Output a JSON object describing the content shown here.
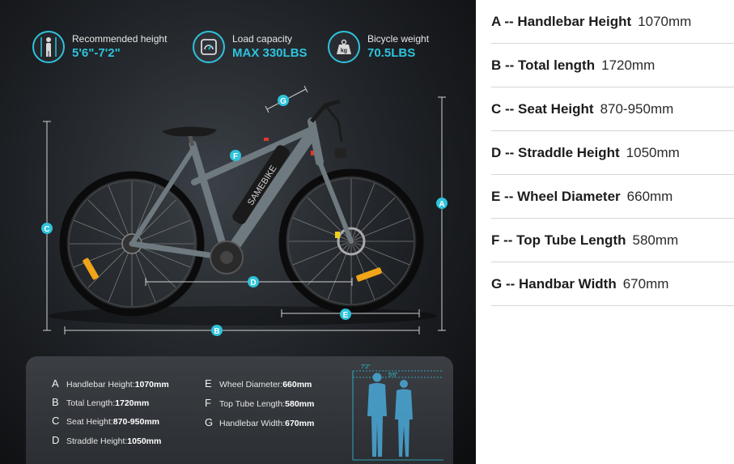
{
  "stats": [
    {
      "label": "Recommended height",
      "value": "5'6\"-7'2\"",
      "icon": "person-height-icon"
    },
    {
      "label": "Load capacity",
      "value": "MAX 330LBS",
      "icon": "gauge-icon"
    },
    {
      "label": "Bicycle weight",
      "value": "70.5LBS",
      "icon": "weight-kg-icon"
    }
  ],
  "bike": {
    "brand": "SAMEBIKE",
    "markers": [
      "A",
      "B",
      "C",
      "D",
      "E",
      "F",
      "G"
    ],
    "accent": "#2ec3dc"
  },
  "card_specs": [
    {
      "key": "A",
      "label": "Handlebar Height: ",
      "value": "1070mm"
    },
    {
      "key": "B",
      "label": "Total Length: ",
      "value": "1720mm"
    },
    {
      "key": "C",
      "label": "Seat Height: ",
      "value": "870-950mm"
    },
    {
      "key": "D",
      "label": "Straddle Height: ",
      "value": "1050mm"
    },
    {
      "key": "E",
      "label": "Wheel Diameter: ",
      "value": "660mm"
    },
    {
      "key": "F",
      "label": "Top Tube Length: ",
      "value": "580mm"
    },
    {
      "key": "G",
      "label": "Handlebar Width: ",
      "value": "670mm"
    }
  ],
  "figure": {
    "tall_label": "7'2\"",
    "short_label": "5'6\""
  },
  "spec_list": [
    {
      "name": "A -- Handlebar Height",
      "value": "1070mm"
    },
    {
      "name": "B -- Total length",
      "value": "1720mm"
    },
    {
      "name": "C -- Seat Height",
      "value": "870-950mm"
    },
    {
      "name": "D -- Straddle Height",
      "value": "1050mm"
    },
    {
      "name": "E -- Wheel Diameter",
      "value": "660mm"
    },
    {
      "name": "F -- Top Tube Length",
      "value": "580mm"
    },
    {
      "name": "G -- Handbar Width",
      "value": "670mm"
    }
  ]
}
